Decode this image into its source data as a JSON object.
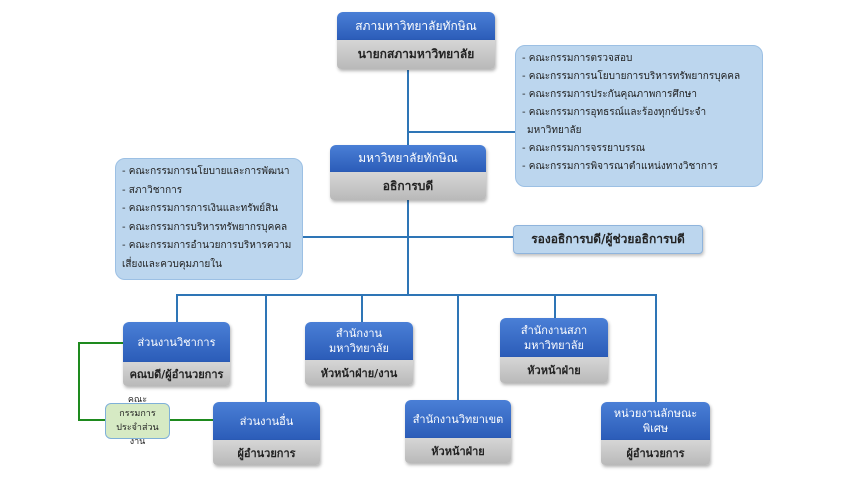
{
  "council": {
    "title": "สภามหาวิทยาลัยทักษิณ",
    "head": "นายกสภามหาวิทยาลัย"
  },
  "council_committees": [
    "- คณะกรรมการตรวจสอบ",
    "- คณะกรรมการนโยบายการบริหารทรัพยากรบุคคล",
    "- คณะกรรมการประกันคุณภาพการศึกษา",
    "- คณะกรรมการอุทธรณ์และร้องทุกข์ประจำ",
    "  มหาวิทยาลัย",
    "- คณะกรรมการจรรยาบรรณ",
    "- คณะกรรมการพิจารณาตำแหน่งทางวิชาการ"
  ],
  "university": {
    "title": "มหาวิทยาลัยทักษิณ",
    "head": "อธิการบดี"
  },
  "university_committees": [
    "- คณะกรรมการนโยบายและการพัฒนา",
    "- สภาวิชาการ",
    "- คณะกรรมการการเงินและทรัพย์สิน",
    "- คณะกรรมการบริหารทรัพยากรบุคคล",
    "- คณะกรรมการอำนวยการบริหารความ",
    "เสี่ยงและควบคุมภายใน"
  ],
  "vice": "รองอธิการบดี/ผู้ช่วยอธิการบดี",
  "units": [
    {
      "title": "ส่วนงานวิชาการ",
      "head": "คณบดี/ผู้อำนวยการ"
    },
    {
      "title": "ส่วนงานอื่น",
      "head": "ผู้อำนวยการ"
    },
    {
      "title": "สำนักงานมหาวิทยาลัย",
      "head": "หัวหน้าฝ่าย/งาน"
    },
    {
      "title": "สำนักงานวิทยาเขต",
      "head": "หัวหน้าฝ่าย"
    },
    {
      "title": "สำนักงานสภามหาวิทยาลัย",
      "head": "หัวหน้าฝ่าย"
    },
    {
      "title": "หน่วยงานลักษณะพิเศษ",
      "head": "ผู้อำนวยการ"
    }
  ],
  "unit_committee": "คณะกรรมการประจำส่วนงาน"
}
